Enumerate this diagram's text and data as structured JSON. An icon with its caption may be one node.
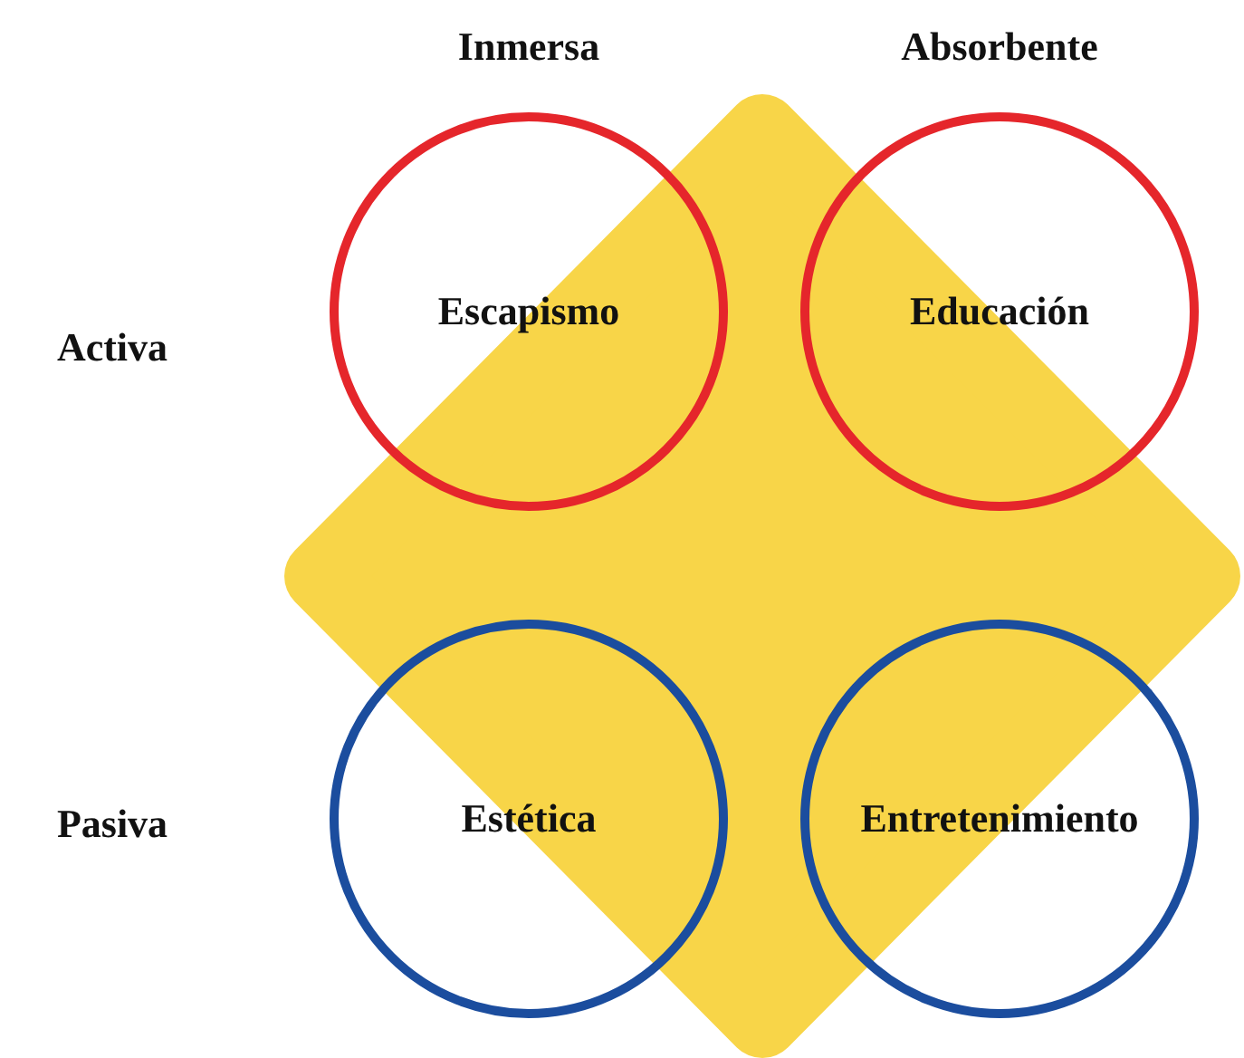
{
  "diagram": {
    "nodes": [
      {
        "text": [
          "Escapismo"
        ]
      },
      {
        "text": [
          "Educación"
        ]
      },
      {
        "text": [
          "Estética"
        ]
      },
      {
        "text": [
          "Entretenimiento"
        ]
      }
    ],
    "labels": [
      "Inmersa",
      "Absorbente",
      "Activa",
      "Pasiva"
    ]
  }
}
